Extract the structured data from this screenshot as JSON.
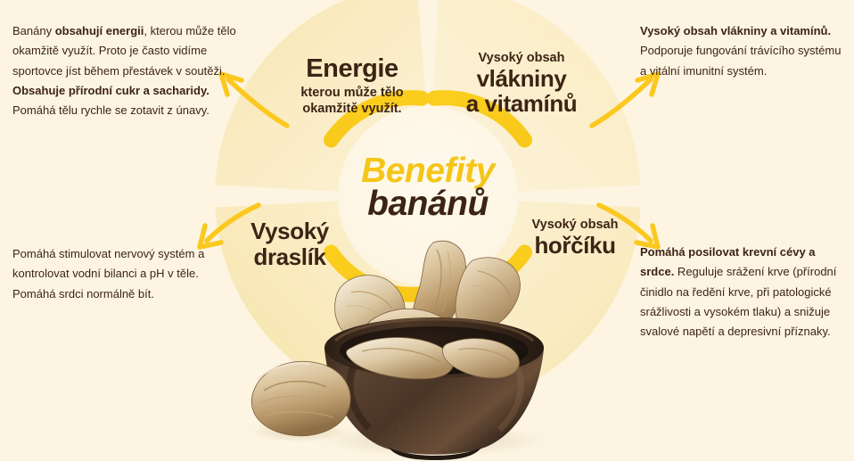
{
  "theme": {
    "background": "#FDF5E2",
    "segment_fill": "#FAEDC4",
    "segment_fill_alt": "#F8E7B4",
    "ring_yellow": "#FBCE1E",
    "arrow_yellow": "#FBC81F",
    "text_dark": "#3C2415",
    "title_gold": "#F5C518"
  },
  "center": {
    "title_line1": "Benefity",
    "title_line2": "banánů"
  },
  "segments": [
    {
      "id": "energie",
      "position": "top-left",
      "small_top": "",
      "big": "Energie",
      "small_bottom": "kterou může tělo\nokamžitě využít."
    },
    {
      "id": "vlakniny",
      "position": "top-right",
      "small_top": "Vysoký obsah",
      "big": "vlákniny\na vitamínů",
      "small_bottom": ""
    },
    {
      "id": "draslik",
      "position": "bottom-left",
      "small_top": "",
      "big": "Vysoký\ndraslík",
      "small_bottom": ""
    },
    {
      "id": "horciku",
      "position": "bottom-right",
      "small_top": "Vysoký obsah",
      "big": "hořčíku",
      "small_bottom": ""
    }
  ],
  "callouts": {
    "top_left": {
      "lead_plain": "Banány ",
      "lead_bold": "obsahují energii",
      "body": ", kterou může tělo okamžitě využít. Proto je často vidíme sportovce jíst  během přestávek v soutěži. ",
      "bold2": "Obsahuje přírodní cukr a sacharidy.",
      "tail": " Pomáhá tělu rychle se zotavit z únavy."
    },
    "top_right": {
      "bold": "Vysoký obsah vlákniny a vitamínů.",
      "body": " Podporuje fungování trávícího systému a vitální imunitní systém."
    },
    "bottom_left": {
      "bold": "",
      "body": "Pomáhá stimulovat nervový systém a kontrolovat vodní bilanci a pH v těle. Pomáhá srdci normálně bít."
    },
    "bottom_right": {
      "bold": "Pomáhá posilovat krevní cévy a srdce.",
      "body": " Reguluje srážení krve (přírodní činidlo na ředění krve, při patologické srážlivosti a vysokém tlaku) a snižuje svalové napětí a depresivní příznaky."
    }
  },
  "graphics": {
    "arrow_top_left": "curved-arrow-up-left-icon",
    "arrow_top_right": "curved-arrow-up-right-icon",
    "arrow_bottom_left": "curved-arrow-down-left-icon",
    "arrow_bottom_right": "curved-arrow-down-right-icon",
    "photo": "bowl-of-dried-banana-chips-photo"
  }
}
